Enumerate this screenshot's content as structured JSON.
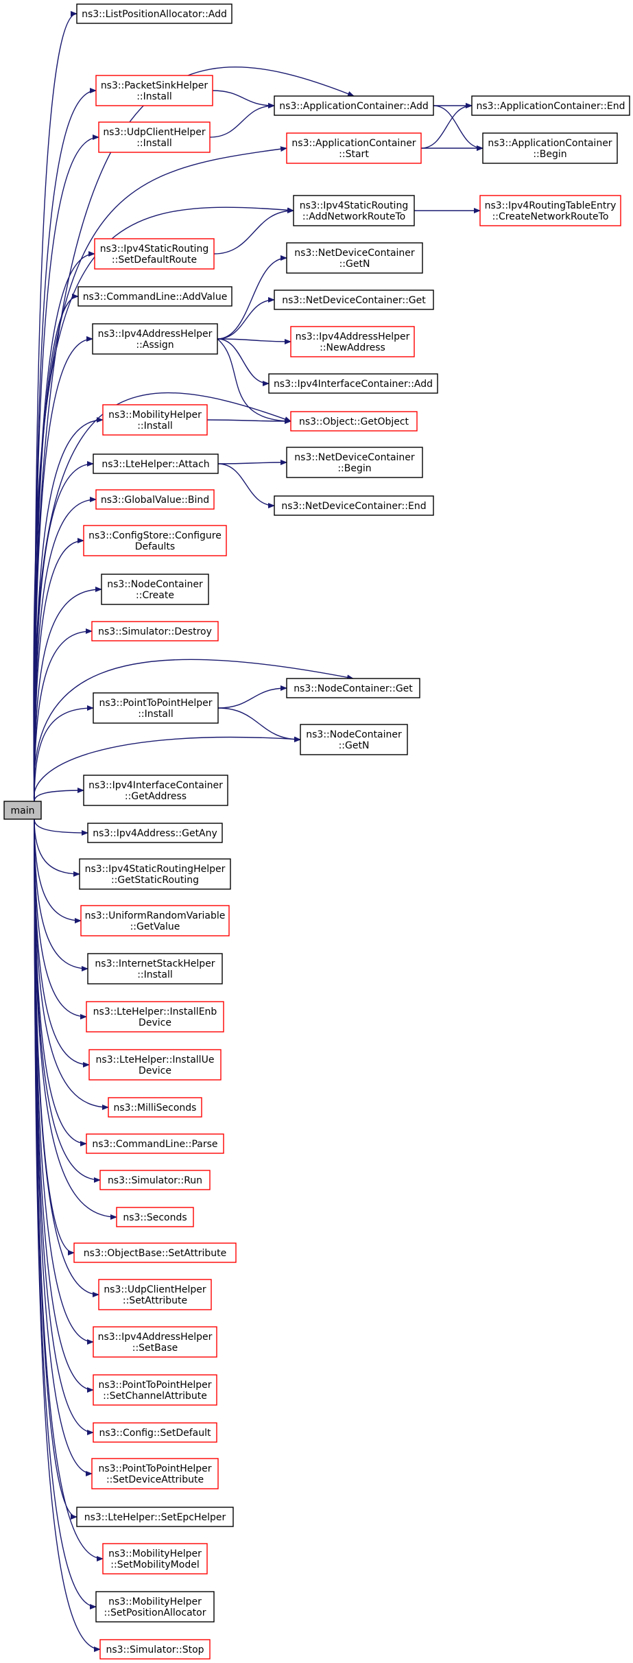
{
  "colors": {
    "edge": "#191970",
    "documented_border": "#000000",
    "undocumented_border": "#ff0000",
    "root_fill": "#bfbfbf",
    "node_fill": "#ffffff",
    "text": "#000000"
  },
  "nodes": {
    "main": {
      "lines": [
        "main"
      ],
      "style": "root"
    },
    "list_position_allocator_add": {
      "lines": [
        "ns3::ListPositionAllocator::Add"
      ],
      "style": "documented"
    },
    "packet_sink_helper_install": {
      "lines": [
        "ns3::PacketSinkHelper",
        "::Install"
      ],
      "style": "undocumented"
    },
    "udp_client_helper_install": {
      "lines": [
        "ns3::UdpClientHelper",
        "::Install"
      ],
      "style": "undocumented"
    },
    "application_container_add": {
      "lines": [
        "ns3::ApplicationContainer::Add"
      ],
      "style": "documented"
    },
    "application_container_end": {
      "lines": [
        "ns3::ApplicationContainer::End"
      ],
      "style": "documented"
    },
    "application_container_start": {
      "lines": [
        "ns3::ApplicationContainer",
        "::Start"
      ],
      "style": "undocumented"
    },
    "application_container_begin": {
      "lines": [
        "ns3::ApplicationContainer",
        "::Begin"
      ],
      "style": "documented"
    },
    "ipv4_static_routing_add_network_route_to": {
      "lines": [
        "ns3::Ipv4StaticRouting",
        "::AddNetworkRouteTo"
      ],
      "style": "documented"
    },
    "ipv4_routing_table_entry_create_network_route_to": {
      "lines": [
        "ns3::Ipv4RoutingTableEntry",
        "::CreateNetworkRouteTo"
      ],
      "style": "undocumented"
    },
    "ipv4_static_routing_set_default_route": {
      "lines": [
        "ns3::Ipv4StaticRouting",
        "::SetDefaultRoute"
      ],
      "style": "undocumented"
    },
    "net_device_container_getn": {
      "lines": [
        "ns3::NetDeviceContainer",
        "::GetN"
      ],
      "style": "documented"
    },
    "command_line_add_value": {
      "lines": [
        "ns3::CommandLine::AddValue"
      ],
      "style": "documented"
    },
    "net_device_container_get": {
      "lines": [
        "ns3::NetDeviceContainer::Get"
      ],
      "style": "documented"
    },
    "ipv4_address_helper_assign": {
      "lines": [
        "ns3::Ipv4AddressHelper",
        "::Assign"
      ],
      "style": "documented"
    },
    "ipv4_address_helper_new_address": {
      "lines": [
        "ns3::Ipv4AddressHelper",
        "::NewAddress"
      ],
      "style": "undocumented"
    },
    "ipv4_interface_container_add": {
      "lines": [
        "ns3::Ipv4InterfaceContainer::Add"
      ],
      "style": "documented"
    },
    "mobility_helper_install": {
      "lines": [
        "ns3::MobilityHelper",
        "::Install"
      ],
      "style": "undocumented"
    },
    "object_get_object": {
      "lines": [
        "ns3::Object::GetObject"
      ],
      "style": "undocumented"
    },
    "lte_helper_attach": {
      "lines": [
        "ns3::LteHelper::Attach"
      ],
      "style": "documented"
    },
    "net_device_container_begin": {
      "lines": [
        "ns3::NetDeviceContainer",
        "::Begin"
      ],
      "style": "documented"
    },
    "global_value_bind": {
      "lines": [
        "ns3::GlobalValue::Bind"
      ],
      "style": "undocumented"
    },
    "net_device_container_end": {
      "lines": [
        "ns3::NetDeviceContainer::End"
      ],
      "style": "documented"
    },
    "config_store_configure_defaults": {
      "lines": [
        "ns3::ConfigStore::Configure",
        "Defaults"
      ],
      "style": "undocumented"
    },
    "node_container_create": {
      "lines": [
        "ns3::NodeContainer",
        "::Create"
      ],
      "style": "documented"
    },
    "simulator_destroy": {
      "lines": [
        "ns3::Simulator::Destroy"
      ],
      "style": "undocumented"
    },
    "node_container_get": {
      "lines": [
        "ns3::NodeContainer::Get"
      ],
      "style": "documented"
    },
    "point_to_point_helper_install": {
      "lines": [
        "ns3::PointToPointHelper",
        "::Install"
      ],
      "style": "documented"
    },
    "node_container_getn": {
      "lines": [
        "ns3::NodeContainer",
        "::GetN"
      ],
      "style": "documented"
    },
    "ipv4_interface_container_get_address": {
      "lines": [
        "ns3::Ipv4InterfaceContainer",
        "::GetAddress"
      ],
      "style": "documented"
    },
    "ipv4_address_get_any": {
      "lines": [
        "ns3::Ipv4Address::GetAny"
      ],
      "style": "documented"
    },
    "ipv4_static_routing_helper_get_static_routing": {
      "lines": [
        "ns3::Ipv4StaticRoutingHelper",
        "::GetStaticRouting"
      ],
      "style": "documented"
    },
    "uniform_random_variable_get_value": {
      "lines": [
        "ns3::UniformRandomVariable",
        "::GetValue"
      ],
      "style": "undocumented"
    },
    "internet_stack_helper_install": {
      "lines": [
        "ns3::InternetStackHelper",
        "::Install"
      ],
      "style": "documented"
    },
    "lte_helper_install_enb_device": {
      "lines": [
        "ns3::LteHelper::InstallEnb",
        "Device"
      ],
      "style": "undocumented"
    },
    "lte_helper_install_ue_device": {
      "lines": [
        "ns3::LteHelper::InstallUe",
        "Device"
      ],
      "style": "undocumented"
    },
    "milli_seconds": {
      "lines": [
        "ns3::MilliSeconds"
      ],
      "style": "undocumented"
    },
    "command_line_parse": {
      "lines": [
        "ns3::CommandLine::Parse"
      ],
      "style": "undocumented"
    },
    "simulator_run": {
      "lines": [
        "ns3::Simulator::Run"
      ],
      "style": "undocumented"
    },
    "seconds": {
      "lines": [
        "ns3::Seconds"
      ],
      "style": "undocumented"
    },
    "object_base_set_attribute": {
      "lines": [
        "ns3::ObjectBase::SetAttribute"
      ],
      "style": "undocumented"
    },
    "udp_client_helper_set_attribute": {
      "lines": [
        "ns3::UdpClientHelper",
        "::SetAttribute"
      ],
      "style": "undocumented"
    },
    "ipv4_address_helper_set_base": {
      "lines": [
        "ns3::Ipv4AddressHelper",
        "::SetBase"
      ],
      "style": "undocumented"
    },
    "point_to_point_helper_set_channel_attribute": {
      "lines": [
        "ns3::PointToPointHelper",
        "::SetChannelAttribute"
      ],
      "style": "undocumented"
    },
    "config_set_default": {
      "lines": [
        "ns3::Config::SetDefault"
      ],
      "style": "undocumented"
    },
    "point_to_point_helper_set_device_attribute": {
      "lines": [
        "ns3::PointToPointHelper",
        "::SetDeviceAttribute"
      ],
      "style": "undocumented"
    },
    "lte_helper_set_epc_helper": {
      "lines": [
        "ns3::LteHelper::SetEpcHelper"
      ],
      "style": "documented"
    },
    "mobility_helper_set_mobility_model": {
      "lines": [
        "ns3::MobilityHelper",
        "::SetMobilityModel"
      ],
      "style": "undocumented"
    },
    "mobility_helper_set_position_allocator": {
      "lines": [
        "ns3::MobilityHelper",
        "::SetPositionAllocator"
      ],
      "style": "documented"
    },
    "simulator_stop": {
      "lines": [
        "ns3::Simulator::Stop"
      ],
      "style": "undocumented"
    }
  },
  "edges": [
    [
      "main",
      "list_position_allocator_add"
    ],
    [
      "main",
      "application_container_add"
    ],
    [
      "main",
      "packet_sink_helper_install"
    ],
    [
      "main",
      "udp_client_helper_install"
    ],
    [
      "main",
      "application_container_start"
    ],
    [
      "main",
      "ipv4_static_routing_add_network_route_to"
    ],
    [
      "main",
      "ipv4_static_routing_set_default_route"
    ],
    [
      "main",
      "command_line_add_value"
    ],
    [
      "main",
      "ipv4_address_helper_assign"
    ],
    [
      "main",
      "object_get_object"
    ],
    [
      "main",
      "mobility_helper_install"
    ],
    [
      "main",
      "lte_helper_attach"
    ],
    [
      "main",
      "global_value_bind"
    ],
    [
      "main",
      "config_store_configure_defaults"
    ],
    [
      "main",
      "node_container_create"
    ],
    [
      "main",
      "simulator_destroy"
    ],
    [
      "main",
      "node_container_get"
    ],
    [
      "main",
      "point_to_point_helper_install"
    ],
    [
      "main",
      "node_container_getn"
    ],
    [
      "main",
      "ipv4_interface_container_get_address"
    ],
    [
      "main",
      "ipv4_address_get_any"
    ],
    [
      "main",
      "ipv4_static_routing_helper_get_static_routing"
    ],
    [
      "main",
      "uniform_random_variable_get_value"
    ],
    [
      "main",
      "internet_stack_helper_install"
    ],
    [
      "main",
      "lte_helper_install_enb_device"
    ],
    [
      "main",
      "lte_helper_install_ue_device"
    ],
    [
      "main",
      "milli_seconds"
    ],
    [
      "main",
      "command_line_parse"
    ],
    [
      "main",
      "simulator_run"
    ],
    [
      "main",
      "seconds"
    ],
    [
      "main",
      "object_base_set_attribute"
    ],
    [
      "main",
      "udp_client_helper_set_attribute"
    ],
    [
      "main",
      "ipv4_address_helper_set_base"
    ],
    [
      "main",
      "point_to_point_helper_set_channel_attribute"
    ],
    [
      "main",
      "config_set_default"
    ],
    [
      "main",
      "point_to_point_helper_set_device_attribute"
    ],
    [
      "main",
      "lte_helper_set_epc_helper"
    ],
    [
      "main",
      "mobility_helper_set_mobility_model"
    ],
    [
      "main",
      "mobility_helper_set_position_allocator"
    ],
    [
      "main",
      "simulator_stop"
    ],
    [
      "packet_sink_helper_install",
      "application_container_add"
    ],
    [
      "udp_client_helper_install",
      "application_container_add"
    ],
    [
      "application_container_add",
      "application_container_end"
    ],
    [
      "application_container_add",
      "application_container_begin"
    ],
    [
      "application_container_start",
      "application_container_end"
    ],
    [
      "application_container_start",
      "application_container_begin"
    ],
    [
      "ipv4_static_routing_add_network_route_to",
      "ipv4_routing_table_entry_create_network_route_to"
    ],
    [
      "ipv4_static_routing_set_default_route",
      "ipv4_static_routing_add_network_route_to"
    ],
    [
      "ipv4_address_helper_assign",
      "net_device_container_getn"
    ],
    [
      "ipv4_address_helper_assign",
      "net_device_container_get"
    ],
    [
      "ipv4_address_helper_assign",
      "ipv4_address_helper_new_address"
    ],
    [
      "ipv4_address_helper_assign",
      "ipv4_interface_container_add"
    ],
    [
      "ipv4_address_helper_assign",
      "object_get_object"
    ],
    [
      "mobility_helper_install",
      "object_get_object"
    ],
    [
      "lte_helper_attach",
      "net_device_container_begin"
    ],
    [
      "lte_helper_attach",
      "net_device_container_end"
    ],
    [
      "point_to_point_helper_install",
      "node_container_get"
    ],
    [
      "point_to_point_helper_install",
      "node_container_getn"
    ]
  ]
}
